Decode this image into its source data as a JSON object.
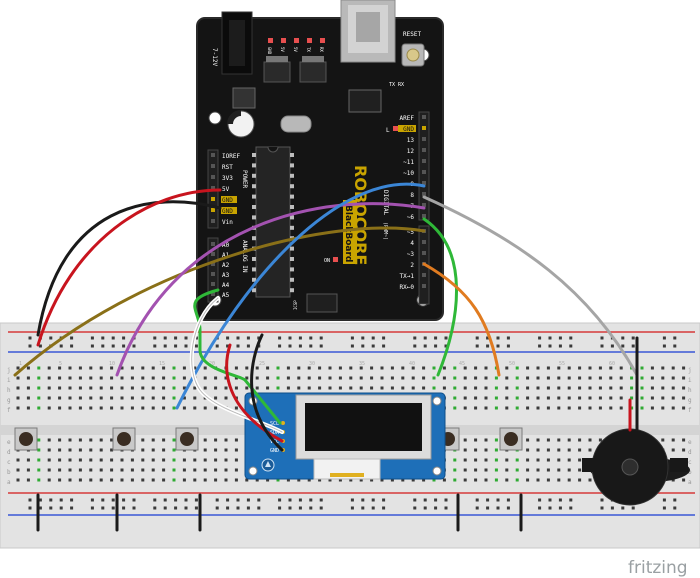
{
  "board": {
    "brand_top": "ROBO",
    "brand_bottom": "CORE",
    "model": "BlackBoard",
    "reset_label": "RESET",
    "power_jack_label": "7-12V",
    "led_labels": [
      "GND",
      "5V",
      "5V",
      "TX",
      "RX"
    ],
    "txrx_label": "TX RX",
    "l_label": "L",
    "on_label": "ON",
    "icsp_label": "ICSP",
    "power_section_label": "POWER",
    "analog_section_label": "ANALOG IN",
    "digital_section_label": "DIGITAL",
    "pwm_label": "(PWM~)",
    "left_pins": [
      "IOREF",
      "RST",
      "3V3",
      "5V",
      "GND",
      "GND",
      "Vin",
      "A0",
      "A1",
      "A2",
      "A3",
      "A4",
      "A5"
    ],
    "right_pins": [
      "AREF",
      "GND",
      "13",
      "12",
      "~11",
      "~10",
      "~9",
      "8",
      "7",
      "~6",
      "~5",
      "4",
      "~3",
      "2",
      "TX→1",
      "RX←0"
    ]
  },
  "oled": {
    "pin_labels": [
      "SCL",
      "SDA",
      "VCC",
      "GND"
    ]
  },
  "breadboard": {
    "row_letters_top": [
      "j",
      "i",
      "h",
      "g",
      "f"
    ],
    "row_letters_bottom": [
      "e",
      "d",
      "c",
      "b",
      "a"
    ],
    "column_numbers": [
      "1",
      "5",
      "10",
      "15",
      "20",
      "25",
      "30",
      "35",
      "40",
      "45",
      "50",
      "55",
      "60"
    ]
  },
  "colors": {
    "board": "#141414",
    "board_edge": "#2a2a2a",
    "header": "#1f1f1f",
    "gold": "#c9a400",
    "breadboard": "#e6e6e6",
    "rail_red": "#d63b3b",
    "rail_blue": "#3b57d6",
    "hole": "#2c2c2c",
    "green_hole": "#2faa33",
    "wire_black": "#1a1a1a",
    "wire_red": "#c8141e",
    "wire_purple": "#a352b0",
    "wire_olive": "#8a7018",
    "wire_blue": "#3b86d6",
    "wire_green": "#2fb838",
    "wire_white": "#f4f4f4",
    "wire_orange": "#e07b20",
    "wire_gray": "#a5a5a5",
    "oled_pcb": "#1e6fb8",
    "screen": "#111111"
  },
  "components": [
    "pushbutton",
    "pushbutton",
    "pushbutton",
    "pushbutton",
    "pushbutton",
    "oled-display",
    "piezo-buzzer"
  ],
  "watermark": "fritzing"
}
